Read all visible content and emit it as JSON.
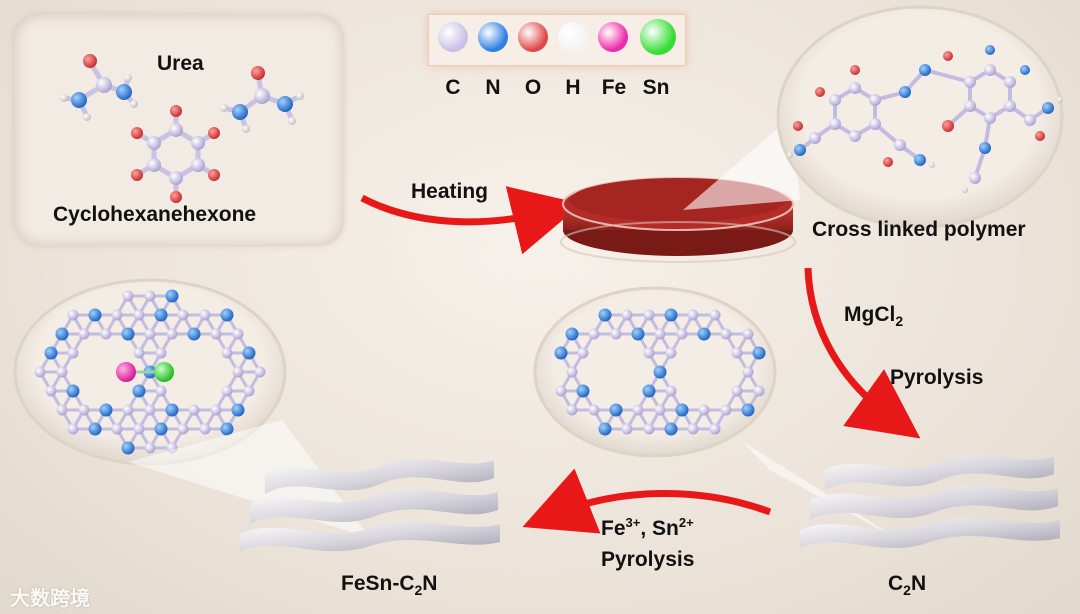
{
  "precursors": {
    "urea_label": "Urea",
    "cyclo_label": "Cyclohexanehexone"
  },
  "legend": [
    {
      "symbol": "C",
      "color": "#c8c0e6"
    },
    {
      "symbol": "N",
      "color": "#2f7fe0"
    },
    {
      "symbol": "O",
      "color": "#e04848"
    },
    {
      "symbol": "H",
      "color": "#f4f4f4"
    },
    {
      "symbol": "Fe",
      "color": "#ee2aa8"
    },
    {
      "symbol": "Sn",
      "color": "#33dd33"
    }
  ],
  "steps": {
    "heating": "Heating",
    "cross_linked": "Cross linked polymer",
    "mgcl": "MgCl",
    "mgcl_sub": "2",
    "pyrolysis1": "Pyrolysis",
    "fe": "Fe",
    "fe_sup": "3+",
    "sn": ", Sn",
    "sn_sup": "2+",
    "pyrolysis2": "Pyrolysis"
  },
  "products": {
    "c2n_c": "C",
    "c2n_sub": "2",
    "c2n_n": "N",
    "fesn_prefix": "FeSn-C",
    "fesn_sub": "2",
    "fesn_n": "N"
  },
  "watermark": "大数跨境"
}
